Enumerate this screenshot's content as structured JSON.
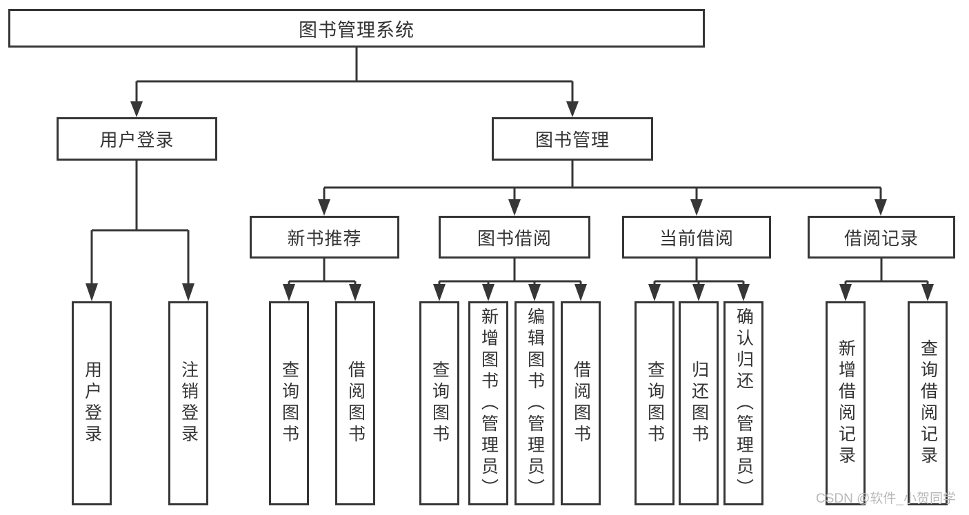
{
  "colors": {
    "line": "#363636",
    "text": "#333333",
    "background": "#ffffff",
    "watermark": "#b9b9b9"
  },
  "watermark": {
    "text": "CSDN @软件_小贺同学"
  },
  "tree": {
    "label": "图书管理系统",
    "children": [
      {
        "label": "用户登录",
        "children": [
          {
            "label": "用户登录"
          },
          {
            "label": "注销登录"
          }
        ]
      },
      {
        "label": "图书管理",
        "children": [
          {
            "label": "新书推荐",
            "children": [
              {
                "label": "查询图书"
              },
              {
                "label": "借阅图书"
              }
            ]
          },
          {
            "label": "图书借阅",
            "children": [
              {
                "label": "查询图书"
              },
              {
                "label": "新增图书（管理员）"
              },
              {
                "label": "编辑图书（管理员）"
              },
              {
                "label": "借阅图书"
              }
            ]
          },
          {
            "label": "当前借阅",
            "children": [
              {
                "label": "查询图书"
              },
              {
                "label": "归还图书"
              },
              {
                "label": "确认归还（管理员）"
              }
            ]
          },
          {
            "label": "借阅记录",
            "children": [
              {
                "label": "新增借阅记录"
              },
              {
                "label": "查询借阅记录"
              }
            ]
          }
        ]
      }
    ]
  }
}
